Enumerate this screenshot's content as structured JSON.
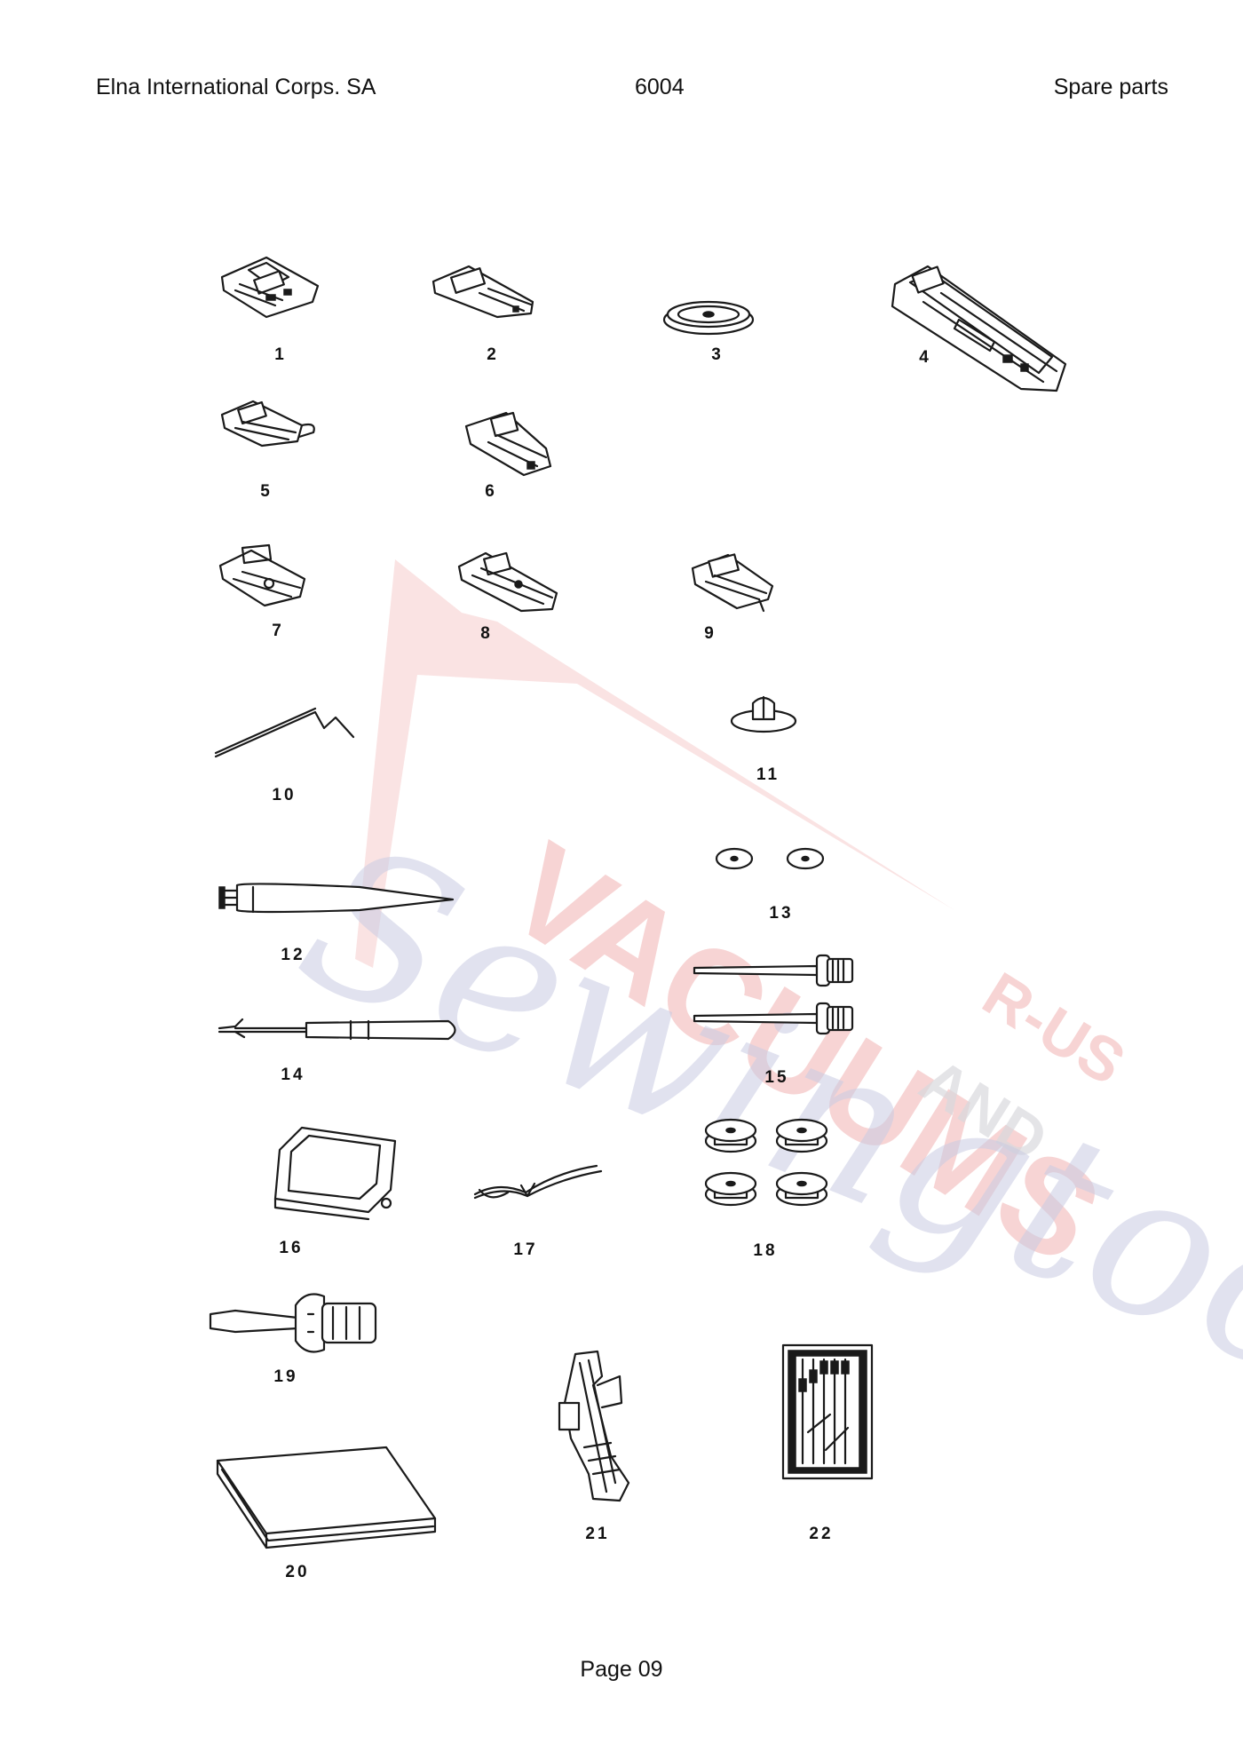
{
  "header": {
    "left": "Elna International Corps. SA",
    "center": "6004",
    "right": "Spare parts"
  },
  "footer": {
    "page": "Page 09"
  },
  "watermark": {
    "word1": "VACUUMS",
    "word2": "R-US",
    "word3": "AND",
    "word4": "Sewingtoo"
  },
  "parts": [
    {
      "label": "1",
      "icon": "presser-foot-icon"
    },
    {
      "label": "2",
      "icon": "presser-foot-icon"
    },
    {
      "label": "3",
      "icon": "spool-cap-icon"
    },
    {
      "label": "4",
      "icon": "buttonhole-foot-icon"
    },
    {
      "label": "5",
      "icon": "presser-foot-icon"
    },
    {
      "label": "6",
      "icon": "presser-foot-icon"
    },
    {
      "label": "7",
      "icon": "presser-foot-icon"
    },
    {
      "label": "8",
      "icon": "presser-foot-icon"
    },
    {
      "label": "9",
      "icon": "presser-foot-icon"
    },
    {
      "label": "10",
      "icon": "wire-guide-icon"
    },
    {
      "label": "11",
      "icon": "spool-holder-icon"
    },
    {
      "label": "12",
      "icon": "lint-brush-icon"
    },
    {
      "label": "13",
      "icon": "felt-washer-icon"
    },
    {
      "label": "14",
      "icon": "seam-ripper-icon"
    },
    {
      "label": "15",
      "icon": "spool-pin-icon"
    },
    {
      "label": "16",
      "icon": "seam-guide-icon"
    },
    {
      "label": "17",
      "icon": "cord-icon"
    },
    {
      "label": "18",
      "icon": "bobbin-icon"
    },
    {
      "label": "19",
      "icon": "screwdriver-icon"
    },
    {
      "label": "20",
      "icon": "booklet-icon"
    },
    {
      "label": "21",
      "icon": "walking-foot-icon"
    },
    {
      "label": "22",
      "icon": "needle-pack-icon"
    }
  ]
}
